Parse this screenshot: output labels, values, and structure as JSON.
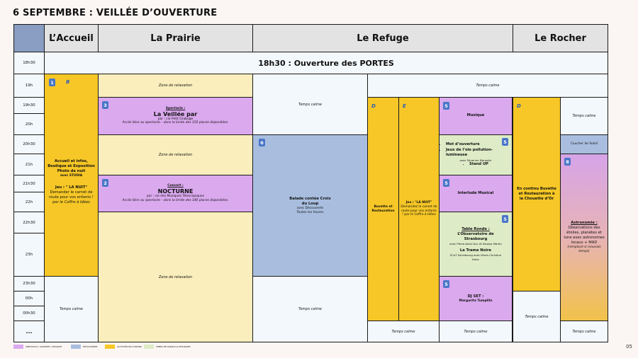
{
  "title": "6 SEPTEMBRE : VEILLÉE D’OUVERTURE",
  "venues": [
    "L’Accueil",
    "La Prairie",
    "Le Refuge",
    "Le Rocher"
  ],
  "times": [
    "18h30",
    "19h",
    "19h30",
    "20h",
    "20h30",
    "21h",
    "21h30",
    "22h",
    "22h30",
    "23h",
    "23h30",
    "00h",
    "00h30",
    "..."
  ],
  "opening": "18h30 : Ouverture des PORTES",
  "calm": "Temps calme",
  "zone": "Zone de relaxation",
  "accueil": {
    "badge": "1",
    "letter": "B",
    "info_title": "Accueil et infos, Boutique et Exposition Photo de nuit",
    "info_sub": "avec STUDIA",
    "jeu_title": "Jeu : \" LA NUIT\"",
    "jeu_text1": "Demander le carnet de route pour vos enfants !",
    "jeu_text2": "par le Coffre à Idées"
  },
  "prairie": {
    "spectacle_badge": "3",
    "spectacle_kind": "Spectacle :",
    "spectacle_title": "La Veillée par",
    "spectacle_by": "par : cie Petit Grabuge",
    "spectacle_note": "Accès libre au spectacle – dans la limite des 150 places disponibles.",
    "concert_badge": "2",
    "concert_kind": "Concert :",
    "concert_title": "NOCTURNE",
    "concert_by": "par : cie des Musiques Télescopiques",
    "concert_note": "Accès libre au spectacle – dans la limite des 140 places disponibles."
  },
  "refuge": {
    "balade_badge": "6",
    "balade_title": "Balade contée Croix du Loup",
    "balade_by": "avec Découverte",
    "balade_note": "Toutes les heures",
    "letter_d": "D",
    "buvette": "Buvette et Restauration",
    "letter_e": "E",
    "jeu_title": "Jeu : \"LA NUIT\"",
    "jeu_text": "Demandez le carnet de route pour vos enfants ! par le Coffre à Idées",
    "musique_badge": "5",
    "musique": "Musique",
    "mot_badge": "5",
    "mot_items": [
      "Mot d’ouverture",
      "Jeux de l’oie pollution-lumineuse",
      "Stand UP"
    ],
    "mot_sub": "avec Séverine Meneslin",
    "interlude_badge": "5",
    "interlude": "Interlude Musical",
    "table_badge": "5",
    "table_kind": "Table Ronde :",
    "table_items": [
      "L’Observatoire de Strasbourg",
      "La Trame Noire"
    ],
    "table_sub1": "avec Pierre-Alain Duc et Nicolas Martin",
    "table_sub2": "SCoT Sarrebourg avec Marie-Christine Kano",
    "dj_badge": "5",
    "dj_title": "DJ SET :",
    "dj_name": "Margarita Tumplits"
  },
  "rocher": {
    "letter": "D",
    "continu": "En continu Buvette et Restauration à la Chouette d’Or",
    "coucher": "Coucher de Soleil",
    "astro_badge": "8",
    "astro_kind": "Astronomie :",
    "astro_text": "Observations des étoiles, planètes et lune avec astronomes locaux + MAD",
    "astro_note": "(remplacé si mauvais temps)"
  },
  "legend": [
    {
      "label": "SPECTACLE / CONCERT / MUSIQUE",
      "color": "#dba9ee"
    },
    {
      "label": "DÉCOUVERTE",
      "color": "#a9bedf"
    },
    {
      "label": "ACTIVITÉS EN CONTINU",
      "color": "#f6c726"
    },
    {
      "label": "TEMPS DE PAROLE & ÉCHANGES",
      "color": "#deebc7"
    }
  ],
  "page": "05"
}
